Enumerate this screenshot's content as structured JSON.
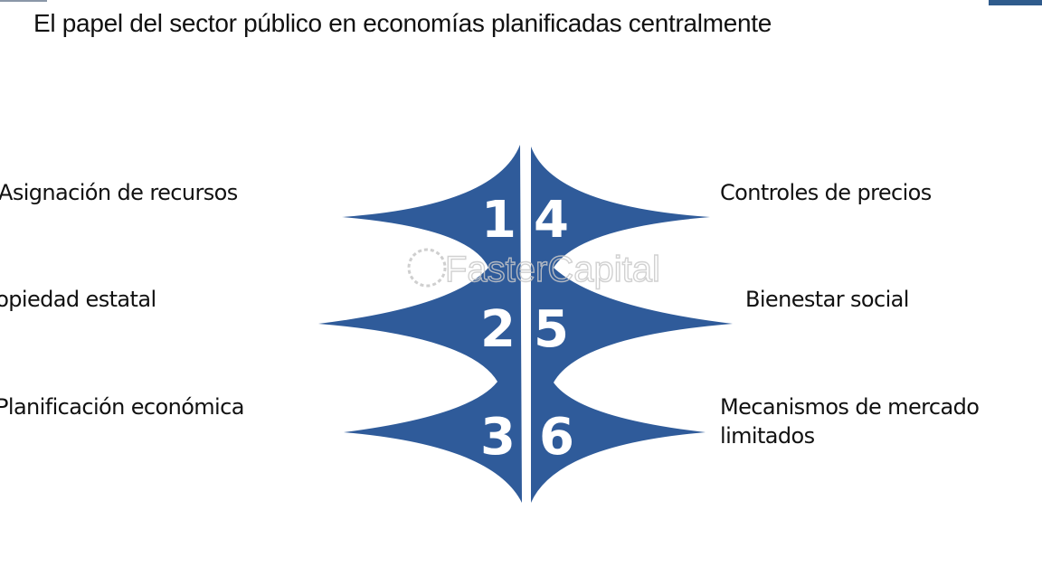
{
  "title": "El papel del sector público en economías planificadas centralmente",
  "left_items": [
    {
      "number": "1",
      "label": "Asignación de recursos"
    },
    {
      "number": "2",
      "label": "Propiedad estatal"
    },
    {
      "number": "3",
      "label": "Planificación económica"
    }
  ],
  "right_items": [
    {
      "number": "4",
      "label": "Controles de precios"
    },
    {
      "number": "5",
      "label": "Bienestar social"
    },
    {
      "number": "6",
      "label_line1": "Mecanismos de mercado",
      "label_line2": "limitados"
    }
  ],
  "watermark": "FasterCapital",
  "colors": {
    "shape": "#2f5b9a",
    "accent_bar": "#2f5b8c"
  }
}
